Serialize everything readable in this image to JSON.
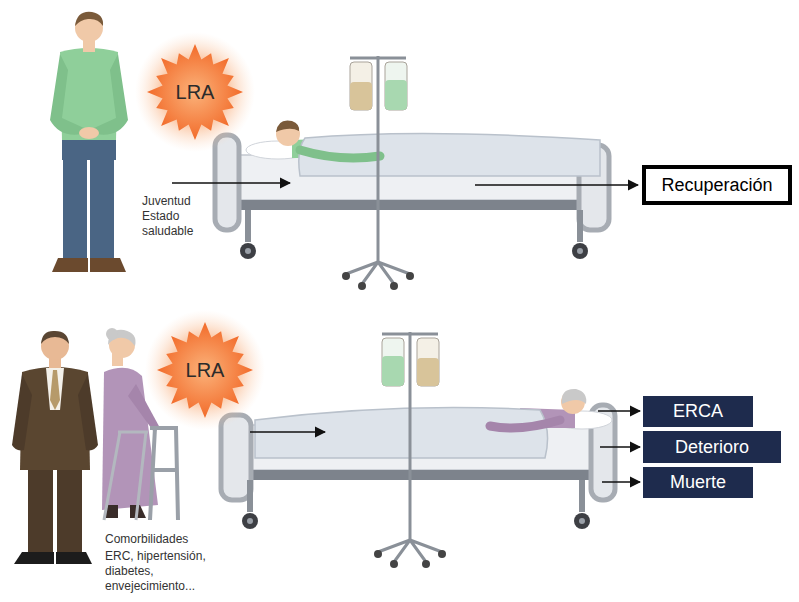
{
  "diagram": {
    "nodes": [
      {
        "text": [
          "LRA"
        ]
      },
      {
        "text": [
          "Recuperación"
        ]
      },
      {
        "text": [
          "LRA"
        ]
      },
      {
        "text": [
          "ERCA"
        ]
      },
      {
        "text": [
          "Deterioro"
        ]
      },
      {
        "text": [
          "Muerte"
        ]
      }
    ],
    "labels": [
      "Juventud Estado saludable",
      "Comorbilidades",
      "ERC, hipertensión, diabetes, envejecimiento..."
    ]
  }
}
